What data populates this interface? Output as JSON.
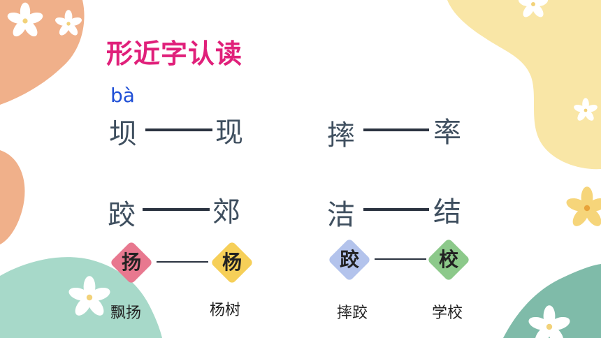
{
  "title": "形近字认读",
  "pinyin": "bà",
  "pairs": [
    {
      "left": "坝",
      "right": "现"
    },
    {
      "left": "摔",
      "right": "率"
    },
    {
      "left": "跤",
      "right": "郊"
    },
    {
      "left": "洁",
      "right": "结"
    }
  ],
  "diamond_pairs": [
    {
      "left": "扬",
      "right": "杨",
      "left_color": "#e8788f",
      "right_color": "#f6cf58"
    },
    {
      "left": "跤",
      "right": "校",
      "left_color": "#b3c3ec",
      "right_color": "#8cc98a"
    }
  ],
  "words": [
    "飘扬",
    "杨树",
    "摔跤",
    "学校"
  ],
  "colors": {
    "title": "#e0207a",
    "pinyin": "#1f4fd6",
    "blob_peach": "#f0b08a",
    "blob_yellow": "#f9e6a6",
    "blob_teal": "#a7d9c9"
  },
  "icons": [
    "flower-icon"
  ]
}
